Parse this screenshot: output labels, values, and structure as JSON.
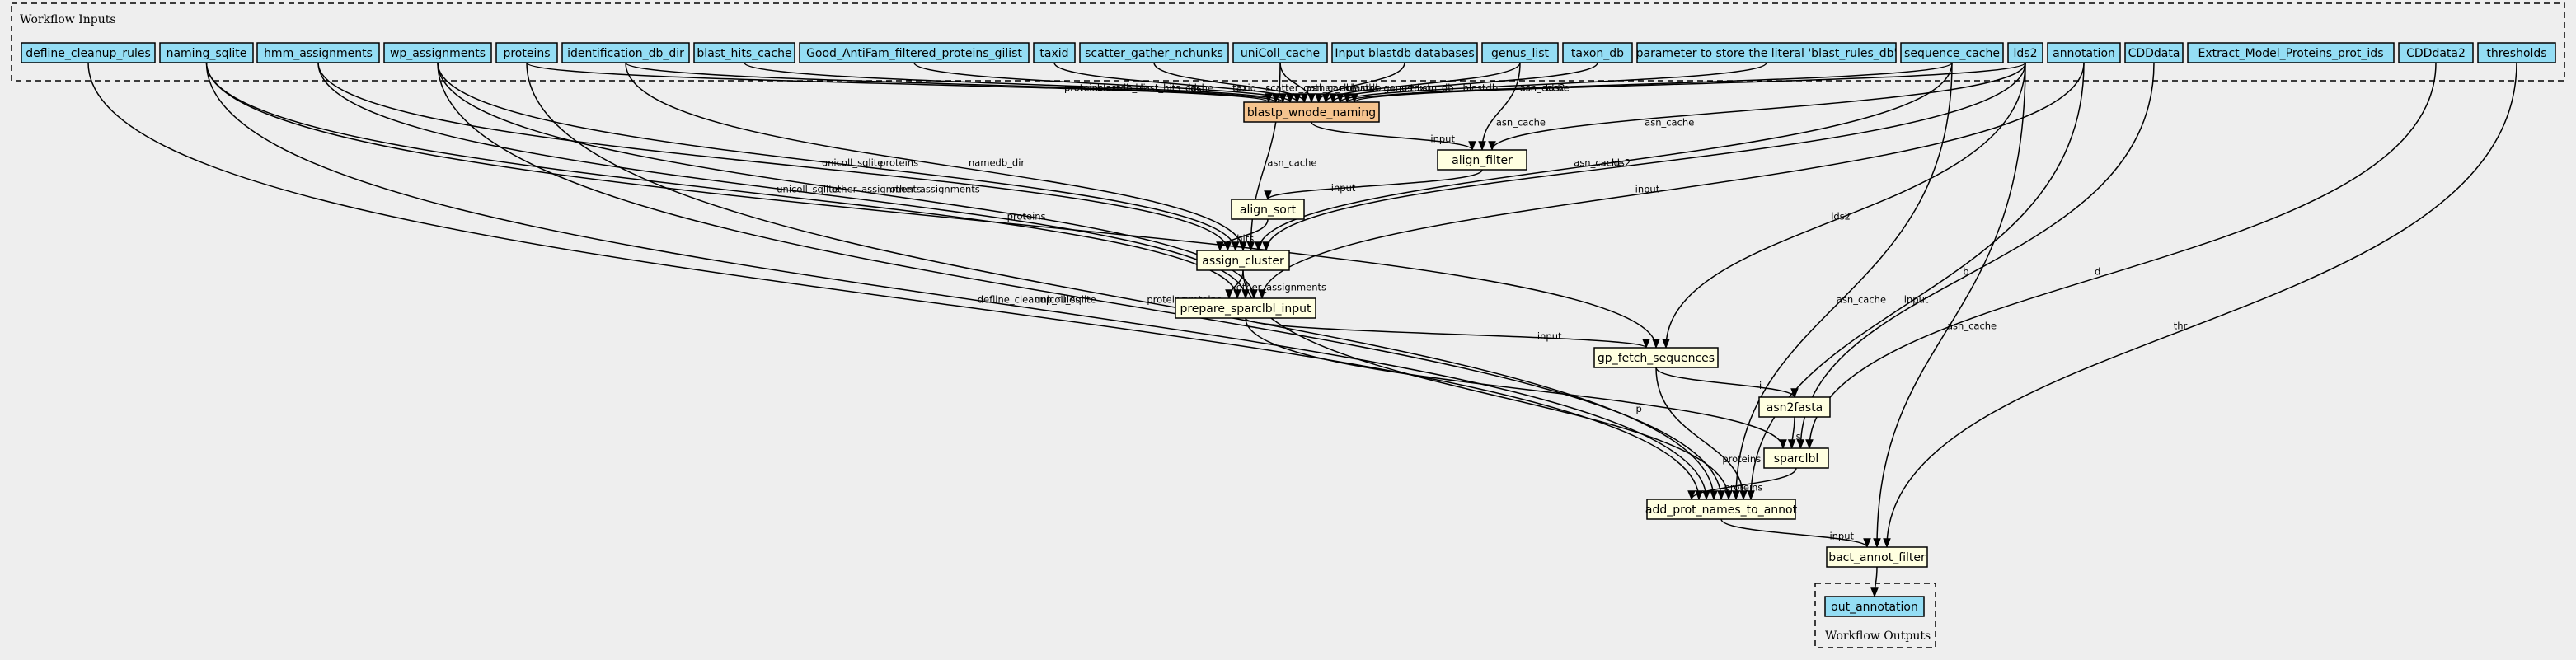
{
  "clusters": {
    "inputs_label": "Workflow Inputs",
    "outputs_label": "Workflow Outputs"
  },
  "colors": {
    "input_fill": "#94ddf4",
    "step_fill": "#ffffe0",
    "highlight_fill": "#f5c38e",
    "background": "#eeeeee"
  },
  "inputs": [
    {
      "id": "defline_cleanup_rules",
      "label": "defline_cleanup_rules"
    },
    {
      "id": "naming_sqlite",
      "label": "naming_sqlite"
    },
    {
      "id": "hmm_assignments",
      "label": "hmm_assignments"
    },
    {
      "id": "wp_assignments",
      "label": "wp_assignments"
    },
    {
      "id": "proteins",
      "label": "proteins"
    },
    {
      "id": "identification_db_dir",
      "label": "identification_db_dir"
    },
    {
      "id": "blast_hits_cache",
      "label": "blast_hits_cache"
    },
    {
      "id": "good_antifam",
      "label": "Good_AntiFam_filtered_proteins_gilist"
    },
    {
      "id": "taxid",
      "label": "taxid"
    },
    {
      "id": "scatter_gather_nchunks",
      "label": "scatter_gather_nchunks"
    },
    {
      "id": "unicoll_cache",
      "label": "uniColl_cache"
    },
    {
      "id": "input_blastdb",
      "label": "Input blastdb databases"
    },
    {
      "id": "genus_list",
      "label": "genus_list"
    },
    {
      "id": "taxon_db",
      "label": "taxon_db"
    },
    {
      "id": "param_literal",
      "label": "parameter to store the literal 'blast_rules_db'"
    },
    {
      "id": "sequence_cache",
      "label": "sequence_cache"
    },
    {
      "id": "lds2",
      "label": "lds2"
    },
    {
      "id": "annotation",
      "label": "annotation"
    },
    {
      "id": "cdddata",
      "label": "CDDdata"
    },
    {
      "id": "extract_model",
      "label": "Extract_Model_Proteins_prot_ids"
    },
    {
      "id": "cdddata2",
      "label": "CDDdata2"
    },
    {
      "id": "thresholds",
      "label": "thresholds"
    }
  ],
  "steps": [
    {
      "id": "blastp_wnode_naming",
      "label": "blastp_wnode_naming",
      "highlight": true
    },
    {
      "id": "align_filter",
      "label": "align_filter"
    },
    {
      "id": "align_sort",
      "label": "align_sort"
    },
    {
      "id": "assign_cluster",
      "label": "assign_cluster"
    },
    {
      "id": "prepare_sparclbl_input",
      "label": "prepare_sparclbl_input"
    },
    {
      "id": "gp_fetch_sequences",
      "label": "gp_fetch_sequences"
    },
    {
      "id": "asn2fasta",
      "label": "asn2fasta"
    },
    {
      "id": "sparclbl",
      "label": "sparclbl"
    },
    {
      "id": "add_prot_names_to_annot",
      "label": "add_prot_names_to_annot"
    },
    {
      "id": "bact_annot_filter",
      "label": "bact_annot_filter"
    }
  ],
  "outputs": [
    {
      "id": "out_annotation",
      "label": "out_annotation"
    }
  ],
  "edges": [
    {
      "from": "proteins",
      "to": "blastp_wnode_naming",
      "label": "proteins"
    },
    {
      "from": "identification_db_dir",
      "to": "blastp_wnode_naming",
      "label": "blastdb_dir"
    },
    {
      "from": "blast_hits_cache",
      "to": "blastp_wnode_naming",
      "label": "blast_hits_cache"
    },
    {
      "from": "good_antifam",
      "to": "blastp_wnode_naming",
      "label": "ids"
    },
    {
      "from": "taxid",
      "to": "blastp_wnode_naming",
      "label": "taxid"
    },
    {
      "from": "scatter_gather_nchunks",
      "to": "blastp_wnode_naming",
      "label": "scatter_gather_nchunks"
    },
    {
      "from": "unicoll_cache",
      "to": "blastp_wnode_naming",
      "label": "asn_cache"
    },
    {
      "from": "input_blastdb",
      "to": "blastp_wnode_naming",
      "label": "blastdb"
    },
    {
      "from": "genus_list",
      "to": "blastp_wnode_naming",
      "label": "genus_list"
    },
    {
      "from": "taxon_db",
      "to": "blastp_wnode_naming",
      "label": "taxon_db"
    },
    {
      "from": "param_literal",
      "to": "blastp_wnode_naming",
      "label": "blastdb"
    },
    {
      "from": "sequence_cache",
      "to": "blastp_wnode_naming",
      "label": "asn_cache"
    },
    {
      "from": "lds2",
      "to": "blastp_wnode_naming",
      "label": "lds2"
    },
    {
      "from": "blastp_wnode_naming",
      "to": "align_filter",
      "label": "input"
    },
    {
      "from": "genus_list",
      "to": "align_filter",
      "label": "asn_cache"
    },
    {
      "from": "lds2",
      "to": "align_filter",
      "label": "asn_cache"
    },
    {
      "from": "align_filter",
      "to": "align_sort",
      "label": "input"
    },
    {
      "from": "align_sort",
      "to": "assign_cluster",
      "label": "hits"
    },
    {
      "from": "hmm_assignments",
      "to": "assign_cluster",
      "label": "unicoll_sqlite"
    },
    {
      "from": "wp_assignments",
      "to": "assign_cluster",
      "label": "proteins"
    },
    {
      "from": "identification_db_dir",
      "to": "assign_cluster",
      "label": "namedb_dir"
    },
    {
      "from": "unicoll_cache",
      "to": "assign_cluster",
      "label": "asn_cache"
    },
    {
      "from": "sequence_cache",
      "to": "assign_cluster",
      "label": "asn_cache"
    },
    {
      "from": "lds2",
      "to": "assign_cluster",
      "label": "lds2"
    },
    {
      "from": "assign_cluster",
      "to": "prepare_sparclbl_input",
      "label": "other_assignments"
    },
    {
      "from": "naming_sqlite",
      "to": "prepare_sparclbl_input",
      "label": "unicoll_sqlite"
    },
    {
      "from": "hmm_assignments",
      "to": "prepare_sparclbl_input",
      "label": "other_assignments"
    },
    {
      "from": "wp_assignments",
      "to": "prepare_sparclbl_input",
      "label": "other_assignments"
    },
    {
      "from": "annotation",
      "to": "prepare_sparclbl_input",
      "label": "input"
    },
    {
      "from": "prepare_sparclbl_input",
      "to": "gp_fetch_sequences",
      "label": "input"
    },
    {
      "from": "naming_sqlite",
      "to": "gp_fetch_sequences",
      "label": "proteins"
    },
    {
      "from": "lds2",
      "to": "gp_fetch_sequences",
      "label": "lds2"
    },
    {
      "from": "gp_fetch_sequences",
      "to": "asn2fasta",
      "label": "i"
    },
    {
      "from": "prepare_sparclbl_input",
      "to": "sparclbl",
      "label": "p"
    },
    {
      "from": "asn2fasta",
      "to": "sparclbl",
      "label": "s"
    },
    {
      "from": "cdddata",
      "to": "sparclbl",
      "label": "b"
    },
    {
      "from": "cdddata2",
      "to": "sparclbl",
      "label": "d"
    },
    {
      "from": "sparclbl",
      "to": "add_prot_names_to_annot",
      "label": "proteins"
    },
    {
      "from": "defline_cleanup_rules",
      "to": "add_prot_names_to_annot",
      "label": "defline_cleanup_rules"
    },
    {
      "from": "naming_sqlite",
      "to": "add_prot_names_to_annot",
      "label": "unicoll_sqlite"
    },
    {
      "from": "proteins",
      "to": "add_prot_names_to_annot",
      "label": "proteins"
    },
    {
      "from": "wp_assignments",
      "to": "add_prot_names_to_annot",
      "label": "proteins"
    },
    {
      "from": "assign_cluster",
      "to": "add_prot_names_to_annot",
      "label": ""
    },
    {
      "from": "sequence_cache",
      "to": "add_prot_names_to_annot",
      "label": "asn_cache"
    },
    {
      "from": "gp_fetch_sequences",
      "to": "add_prot_names_to_annot",
      "label": "proteins"
    },
    {
      "from": "annotation",
      "to": "add_prot_names_to_annot",
      "label": "input"
    },
    {
      "from": "add_prot_names_to_annot",
      "to": "bact_annot_filter",
      "label": "input"
    },
    {
      "from": "lds2",
      "to": "bact_annot_filter",
      "label": "asn_cache"
    },
    {
      "from": "thresholds",
      "to": "bact_annot_filter",
      "label": "thr"
    },
    {
      "from": "bact_annot_filter",
      "to": "out_annotation",
      "label": ""
    }
  ]
}
